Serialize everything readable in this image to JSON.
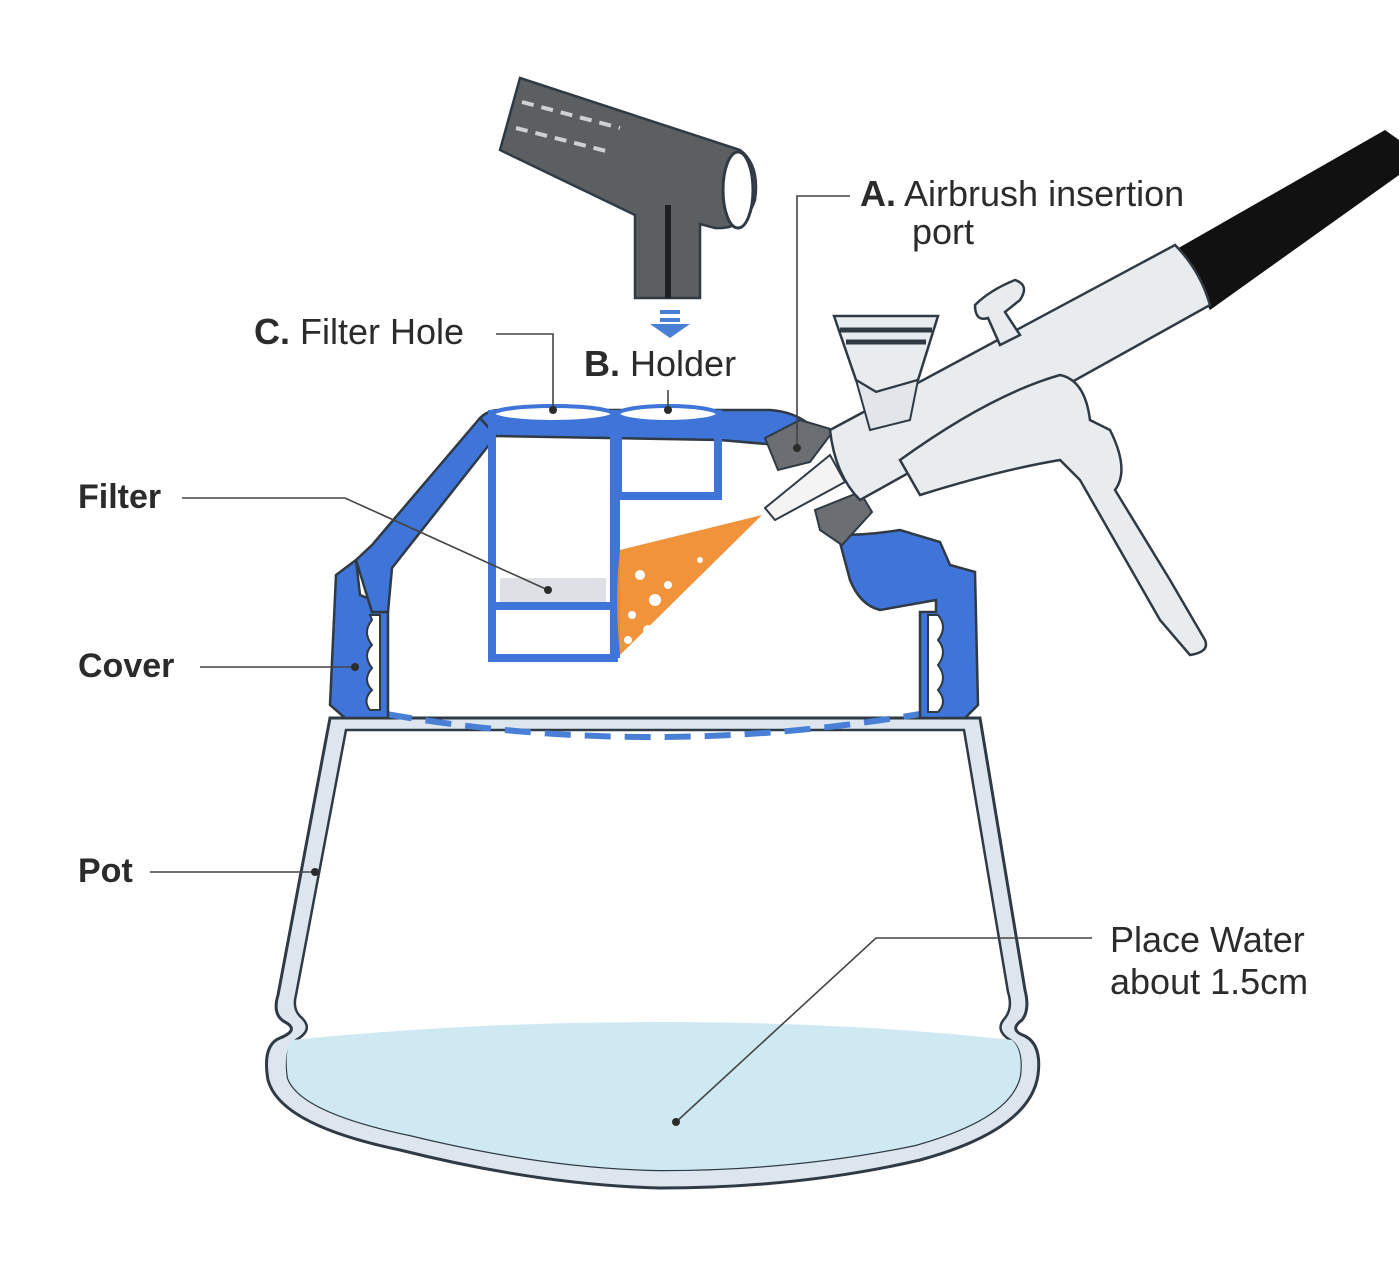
{
  "labels": {
    "airbrush_port": {
      "letter": "A.",
      "line1": "Airbrush insertion",
      "line2": "port"
    },
    "holder": {
      "letter": "B.",
      "text": "Holder"
    },
    "filter_hole": {
      "letter": "C.",
      "text": "Filter Hole"
    },
    "filter": "Filter",
    "cover": "Cover",
    "pot": "Pot",
    "water": {
      "line1": "Place Water",
      "line2": "about 1.5cm"
    }
  },
  "colors": {
    "cover_blue": "#3f74d8",
    "dashed_blue": "#4a7fd6",
    "pot_outline": "#2f3a44",
    "pot_wall": "#dde6ee",
    "water": "#cfe9f3",
    "holder_body": "#5c5f62",
    "spray": "#f08a2a",
    "airbrush_body": "#e9ecef",
    "hose": "#111111"
  }
}
